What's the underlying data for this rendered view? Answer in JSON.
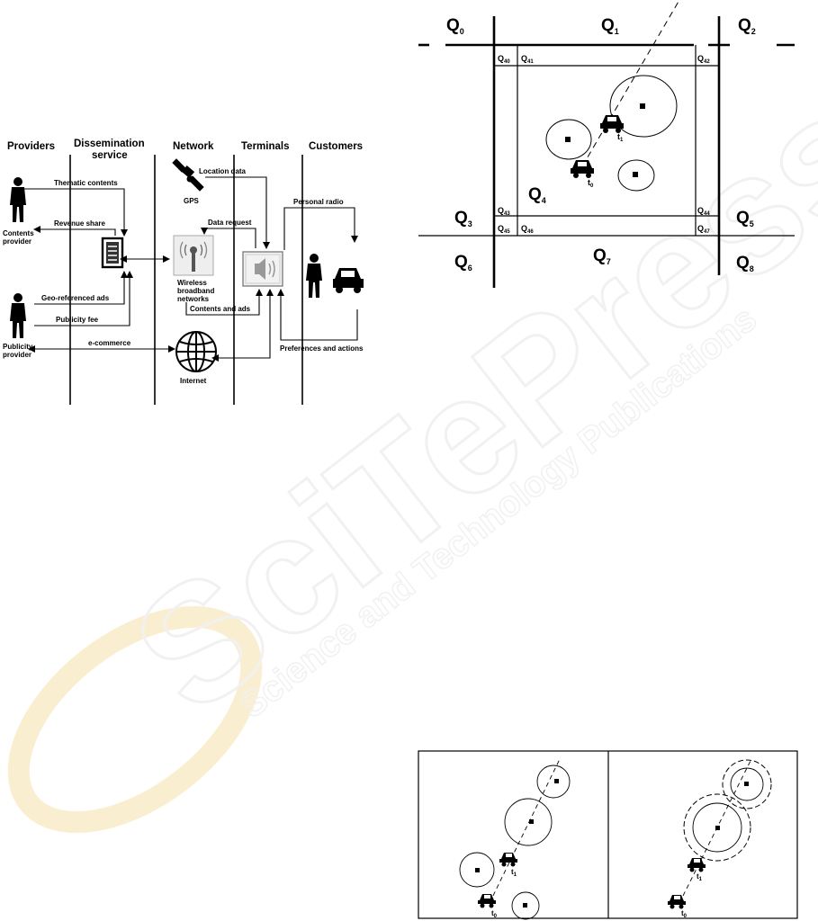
{
  "watermark": {
    "brand": "SciTePress",
    "tagline": "Science and Technology Publications"
  },
  "figure1": {
    "headers": [
      "Providers",
      "Dissemination service",
      "Network",
      "Terminals",
      "Customers"
    ],
    "header_lines": {
      "dissemination": [
        "Dissemination",
        "service"
      ]
    },
    "actors": {
      "contents_provider": [
        "Contents",
        "provider"
      ],
      "publicity_provider": [
        "Publicity",
        "provider"
      ]
    },
    "flows": {
      "thematic": "Thematic contents",
      "revenue": "Revenue share",
      "geo_ads": "Geo-referenced ads",
      "fee": "Publicity fee",
      "ecommerce": "e-commerce",
      "location": "Location data",
      "data_request": "Data request",
      "contents_ads": "Contents and ads",
      "personal_radio": "Personal radio",
      "prefs": "Preferences and actions"
    },
    "nodes": {
      "gps": "GPS",
      "wireless": [
        "Wireless",
        "broadband",
        "networks"
      ],
      "internet": "Internet"
    }
  },
  "figure2": {
    "quadrants": {
      "q0": {
        "letter": "Q",
        "sub": "0"
      },
      "q1": {
        "letter": "Q",
        "sub": "1"
      },
      "q2": {
        "letter": "Q",
        "sub": "2"
      },
      "q3": {
        "letter": "Q",
        "sub": "3"
      },
      "q4": {
        "letter": "Q",
        "sub": "4"
      },
      "q5": {
        "letter": "Q",
        "sub": "5"
      },
      "q6": {
        "letter": "Q",
        "sub": "6"
      },
      "q7": {
        "letter": "Q",
        "sub": "7"
      },
      "q8": {
        "letter": "Q",
        "sub": "8"
      }
    },
    "subquadrants": {
      "q40": {
        "letter": "Q",
        "sub": "40"
      },
      "q41": {
        "letter": "Q",
        "sub": "41"
      },
      "q42": {
        "letter": "Q",
        "sub": "42"
      },
      "q43": {
        "letter": "Q",
        "sub": "43"
      },
      "q44": {
        "letter": "Q",
        "sub": "44"
      },
      "q45": {
        "letter": "Q",
        "sub": "45"
      },
      "q46": {
        "letter": "Q",
        "sub": "46"
      },
      "q47": {
        "letter": "Q",
        "sub": "47"
      }
    },
    "times": {
      "t0": {
        "letter": "t",
        "sub": "0"
      },
      "t1": {
        "letter": "t",
        "sub": "1"
      }
    }
  },
  "figure3": {
    "times": {
      "t0": {
        "letter": "t",
        "sub": "0"
      },
      "t1": {
        "letter": "t",
        "sub": "1"
      }
    }
  }
}
